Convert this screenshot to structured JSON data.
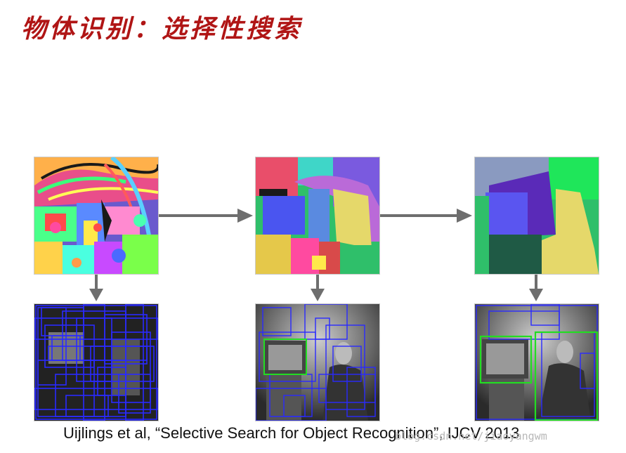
{
  "slide": {
    "title": "物体识别：选择性搜索",
    "citation": "Uijlings et al, “Selective Search for Object Recognition”, IJCV 2013",
    "watermark": "blog.csdn.net/jiaoyangwm"
  },
  "colors": {
    "title": "#b01515",
    "arrow": "#6e6e6e",
    "box_blue": "#2222ff",
    "box_green": "#22dd22"
  },
  "stages": [
    {
      "segmentation": "fine",
      "detections": "dense"
    },
    {
      "segmentation": "medium",
      "detections": "medium"
    },
    {
      "segmentation": "coarse",
      "detections": "few"
    }
  ]
}
